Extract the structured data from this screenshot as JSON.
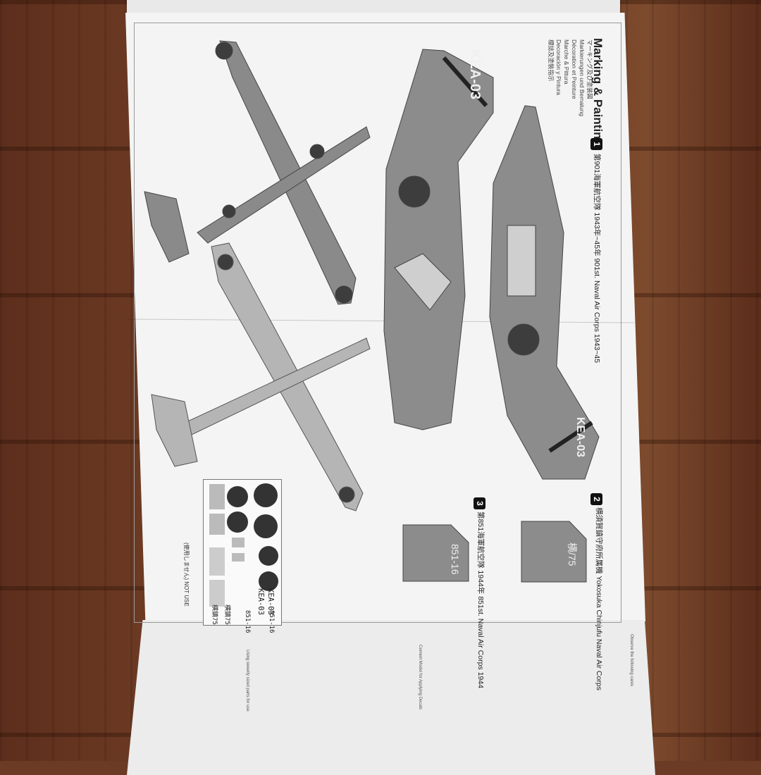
{
  "section": {
    "title": "Marking & Painting",
    "subtitles": [
      "マーキング及び塗装図",
      "Markierungen und Bemalung",
      "Décoration et Peinture",
      "Marche & Pittura",
      "Decoración y Pintura",
      "標誌及塗裝指示"
    ]
  },
  "schemes": [
    {
      "badge": "1",
      "label": "第901海軍航空隊 1943年~45年 901st. Naval Air Corps 1943~45"
    },
    {
      "badge": "2",
      "label": "横須賀鎮守府所属機 Yokosuka Chinjufu Naval Air Corps"
    },
    {
      "badge": "3",
      "label": "第851海軍航空隊 1944年 851st. Naval Air Corps 1944"
    }
  ],
  "tail_codes": {
    "scheme1": "KEA-03",
    "scheme2_fin": "横/75",
    "scheme3_fin": "851-16"
  },
  "decal_sheet": {
    "codes": [
      "KEA-03",
      "KEA-03",
      "851-16",
      "851-16"
    ],
    "kanji": [
      "横鎮75",
      "横鎮75"
    ],
    "not_use": "(使用しません) NOT USE"
  },
  "lower_panel": {
    "headings": [
      "Observe the following cares",
      "Cement Model for Applying Decals",
      "Using sweetly sized parts for use"
    ]
  },
  "colors": {
    "paper": "#f4f4f4",
    "aircraft": "#8c8c8c",
    "roundel": "#3d3d3d",
    "wood": "#6b3b26"
  }
}
